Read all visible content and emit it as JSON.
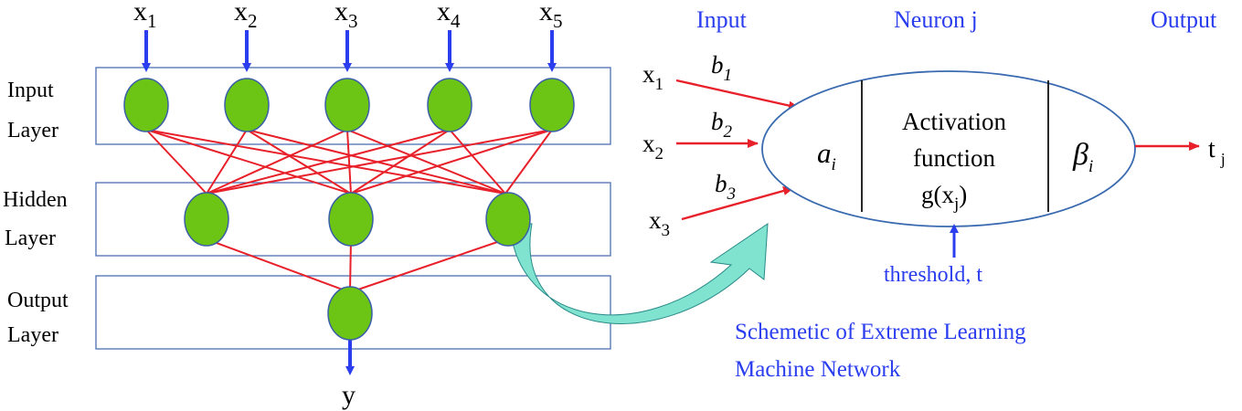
{
  "network": {
    "inputs": [
      {
        "base": "x",
        "sub": "1"
      },
      {
        "base": "x",
        "sub": "2"
      },
      {
        "base": "x",
        "sub": "3"
      },
      {
        "base": "x",
        "sub": "4"
      },
      {
        "base": "x",
        "sub": "5"
      }
    ],
    "layers": [
      {
        "line1": "Input",
        "line2": "Layer"
      },
      {
        "line1": "Hidden",
        "line2": "Layer"
      },
      {
        "line1": "Output",
        "line2": "Layer"
      }
    ],
    "output_label": "y"
  },
  "neuron": {
    "header_input": "Input",
    "header_neuron": "Neuron j",
    "header_output": "Output",
    "inputs": [
      {
        "base": "x",
        "sub": "1",
        "weight_base": "b",
        "weight_sub": "1"
      },
      {
        "base": "x",
        "sub": "2",
        "weight_base": "b",
        "weight_sub": "2"
      },
      {
        "base": "x",
        "sub": "3",
        "weight_base": "b",
        "weight_sub": "3"
      }
    ],
    "a_base": "a",
    "a_sub": "i",
    "activation_line1": "Activation",
    "activation_line2": "function",
    "g_base": "g(x",
    "g_sub": "j",
    "g_close": ")",
    "beta_base": "β",
    "beta_sub": "i",
    "output_base": "t",
    "output_sub": "j",
    "threshold": "threshold, t"
  },
  "caption": {
    "line1": "Schemetic of Extreme Learning",
    "line2": "Machine Network"
  },
  "colors": {
    "node_fill": "#6cc414",
    "node_stroke": "#3a5fa8",
    "box_stroke": "#4a6fb0",
    "edge": "#e8202a",
    "arrow_blue": "#2a3ef0",
    "text_blue": "#2a3ef0",
    "curve_fill": "#7fe3cf"
  }
}
